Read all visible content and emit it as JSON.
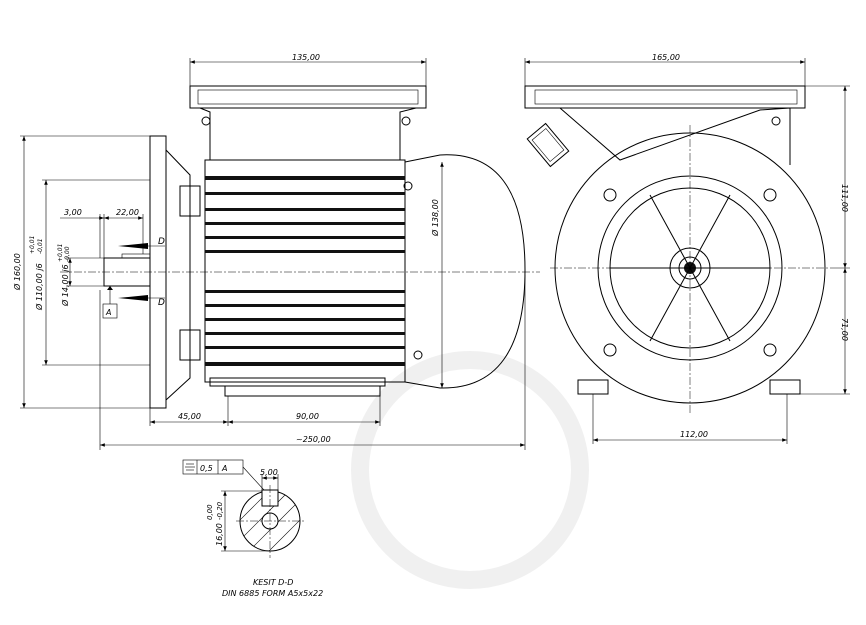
{
  "drawing": {
    "front_view": {
      "dim_width_top": "135,00",
      "dim_fan_cover_dia": "Ø 138,00",
      "dim_flange_dia": "Ø 160,00",
      "dim_spigot_dia": "Ø 110,00 j6",
      "dim_spigot_tol_upper": "+0,01",
      "dim_spigot_tol_lower": "-0,01",
      "dim_shaft_dia": "Ø 14,00 j6",
      "dim_shaft_tol_upper": "+0,01",
      "dim_shaft_tol_lower": "-0,00",
      "dim_shoulder": "3,00",
      "dim_shaft_length": "22,00",
      "section_mark_top": "D",
      "section_mark_bottom": "D",
      "datum_label": "A",
      "dim_flange_to_foot": "45,00",
      "dim_foot_holes": "90,00",
      "dim_total_length": "~250,00"
    },
    "side_view": {
      "dim_width_top": "165,00",
      "dim_height_top": "111,00",
      "dim_shaft_height": "71,00",
      "dim_foot_spacing": "112,00"
    },
    "section": {
      "tolerance_symbol": "symmetry",
      "tolerance_value": "0,5",
      "tolerance_datum": "A",
      "dim_key_width": "5,00",
      "dim_key_tol_upper": "0,00",
      "dim_key_tol_lower": "-0,20",
      "dim_key_height": "16,00",
      "title": "KESIT D-D",
      "subtitle": "DIN 6885 FORM A5x5x22"
    }
  }
}
